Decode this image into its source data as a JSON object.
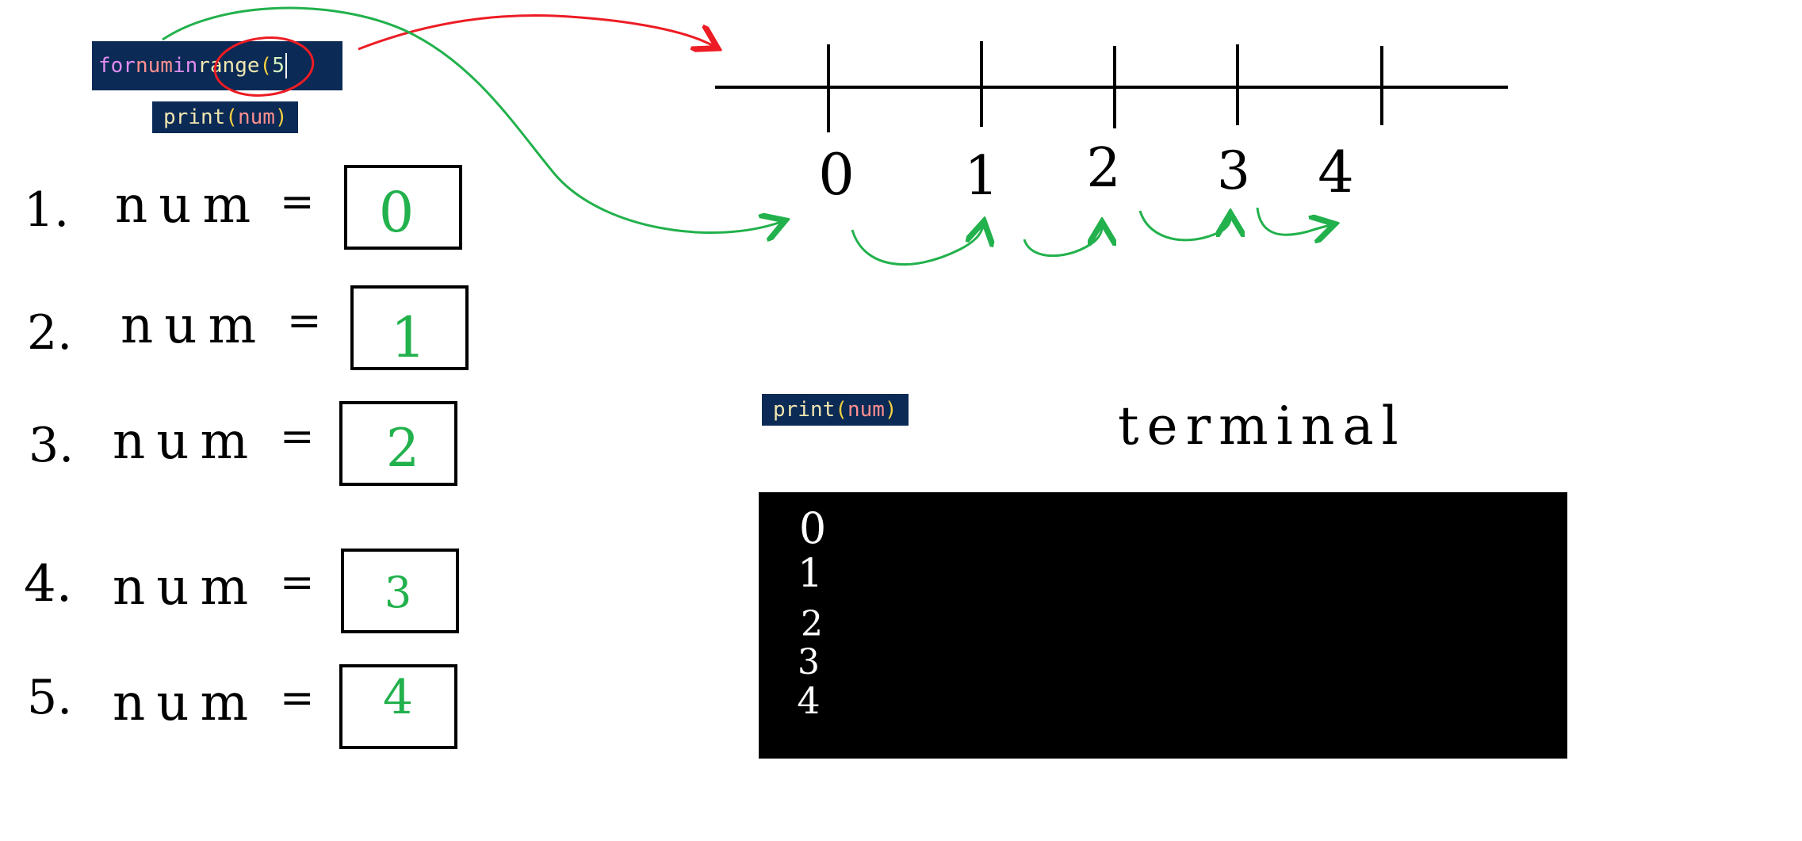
{
  "code": {
    "line1": {
      "kw_for": "for",
      "var_num": "num",
      "kw_in": "in",
      "fn_range": "range",
      "open_paren": "(",
      "arg": "5",
      "close_paren": ")"
    },
    "print_call": {
      "fn": "print",
      "open_paren": "(",
      "arg": "num",
      "close_paren": ")"
    }
  },
  "number_line": {
    "labels": [
      "0",
      "1",
      "2",
      "3",
      "4"
    ]
  },
  "iterations": [
    {
      "index": "1.",
      "name": "num",
      "equals": "=",
      "value": "0"
    },
    {
      "index": "2.",
      "name": "num",
      "equals": "=",
      "value": "1"
    },
    {
      "index": "3.",
      "name": "num",
      "equals": "=",
      "value": "2"
    },
    {
      "index": "4.",
      "name": "num",
      "equals": "=",
      "value": "3"
    },
    {
      "index": "5.",
      "name": "num",
      "equals": "=",
      "value": "4"
    }
  ],
  "terminal": {
    "label": "terminal",
    "output": [
      "0",
      "1",
      "2",
      "3",
      "4"
    ]
  },
  "colors": {
    "code_bg": "#0b2a55",
    "ink": "#000000",
    "green_ink": "#22b14c",
    "red_ink": "#ed1c24",
    "terminal_bg": "#000000"
  }
}
